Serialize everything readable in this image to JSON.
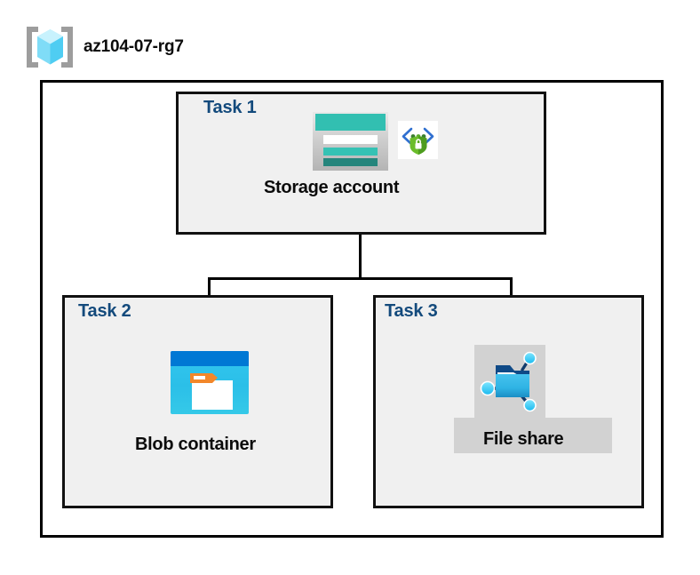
{
  "header": {
    "resource_group_name": "az104-07-rg7",
    "icon": "resource-group-icon"
  },
  "diagram": {
    "type": "azure-architecture",
    "container": "resource-group-boundary",
    "nodes": [
      {
        "task_label": "Task 1",
        "name": "Storage account",
        "icon": "storage-account-icon",
        "secondary_icon": "private-endpoint-icon",
        "highlighted": false
      },
      {
        "task_label": "Task 2",
        "name": "Blob container",
        "icon": "blob-container-icon",
        "highlighted": false
      },
      {
        "task_label": "Task 3",
        "name": "File share",
        "icon": "file-share-icon",
        "highlighted": true
      }
    ],
    "connections": [
      {
        "from": "Storage account",
        "to": "Blob container"
      },
      {
        "from": "Storage account",
        "to": "File share"
      }
    ]
  },
  "colors": {
    "task_label": "#134a7c",
    "node_label": "#0b0b0b",
    "box_border": "#111111",
    "box_fill": "#f0f0f0",
    "canvas": "#ffffff",
    "storage_accent": "#32bfb1",
    "blob_accent": "#0078d4",
    "fileshare_accent": "#2ab0e4",
    "highlight": "#d2d2d2",
    "bracket_gray": "#9d9d9d"
  }
}
